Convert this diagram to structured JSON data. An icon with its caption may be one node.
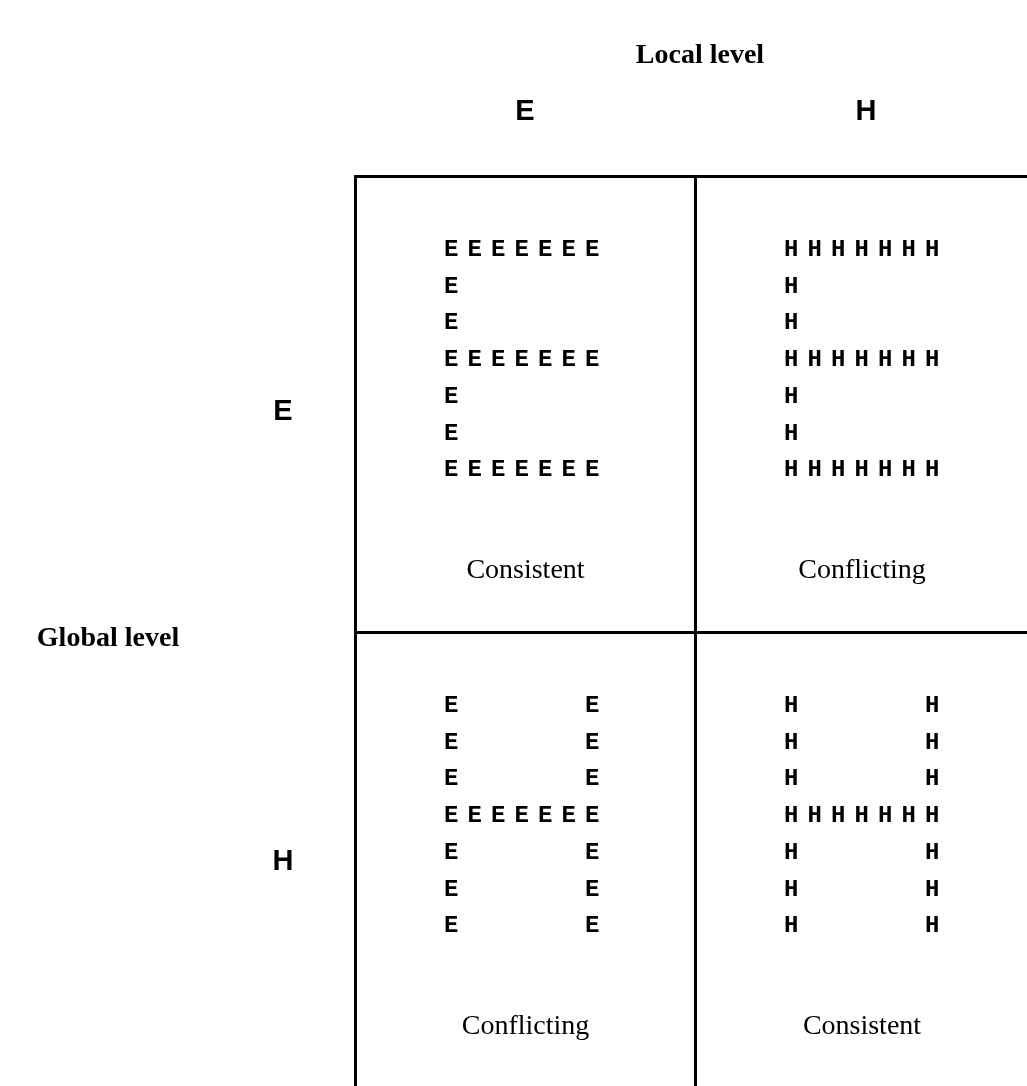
{
  "diagram": {
    "nodes": [
      {
        "text": [
          "EEEEEEE",
          "E",
          "E",
          "EEEEEEE",
          "E",
          "E",
          "EEEEEEE",
          "Consistent"
        ]
      },
      {
        "text": [
          "HHHHHHH",
          "H",
          "H",
          "HHHHHHH",
          "H",
          "H",
          "HHHHHHH",
          "Conflicting"
        ]
      },
      {
        "text": [
          "E     E",
          "E     E",
          "E     E",
          "EEEEEEE",
          "E     E",
          "E     E",
          "E     E",
          "Conflicting"
        ]
      },
      {
        "text": [
          "H     H",
          "H     H",
          "H     H",
          "HHHHHHH",
          "H     H",
          "H     H",
          "H     H",
          "Consistent"
        ]
      }
    ],
    "labels": [
      "Local level",
      "E",
      "H",
      "E",
      "Global level",
      "H"
    ]
  }
}
